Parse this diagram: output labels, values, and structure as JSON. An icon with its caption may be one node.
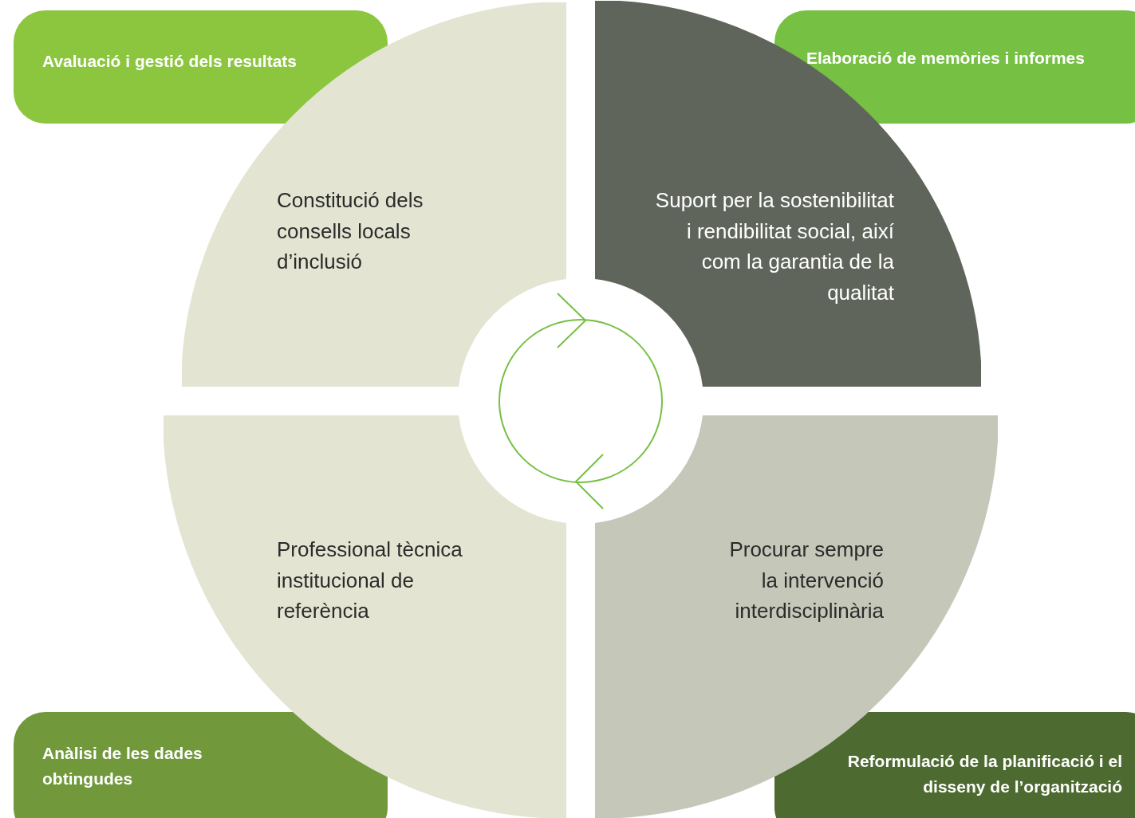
{
  "diagram": {
    "nodes": [
      {
        "text": [
          "Avaluació i gestió dels resultats"
        ]
      },
      {
        "text": [
          "Elaboració de memòries i informes"
        ]
      },
      {
        "text": [
          "Constitució dels consells locals d’inclusió"
        ]
      },
      {
        "text": [
          "Suport per la sostenibilitat i rendibilitat social, així com la garantia de la qualitat"
        ]
      },
      {
        "text": [
          "Professional tècnica institucional de referència"
        ]
      },
      {
        "text": [
          "Procurar sempre la intervenció interdisciplinària"
        ]
      },
      {
        "text": [
          "Anàlisi de les dades obtingudes"
        ]
      },
      {
        "text": [
          "Reformulació de la planificació i el disseny de l’organització"
        ]
      }
    ]
  }
}
